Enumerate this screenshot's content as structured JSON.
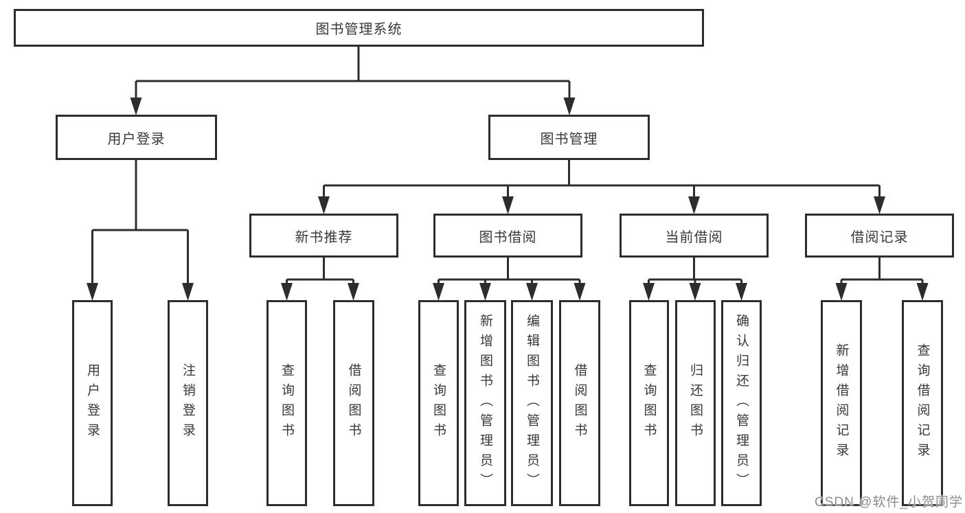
{
  "watermark": "CSDN @软件_小贺同学",
  "colors": {
    "line": "#2d2d2d",
    "box_border": "#2d2d2d",
    "text": "#383838",
    "watermark": "#8c8c8c",
    "background": "#ffffff"
  },
  "tree": {
    "label": "图书管理系统",
    "children": [
      {
        "label": "用户登录",
        "children": [
          {
            "label": "用户登录"
          },
          {
            "label": "注销登录"
          }
        ]
      },
      {
        "label": "图书管理",
        "children": [
          {
            "label": "新书推荐",
            "children": [
              {
                "label": "查询图书"
              },
              {
                "label": "借阅图书"
              }
            ]
          },
          {
            "label": "图书借阅",
            "children": [
              {
                "label": "查询图书"
              },
              {
                "label": "新增图书（管理员）"
              },
              {
                "label": "编辑图书（管理员）"
              },
              {
                "label": "借阅图书"
              }
            ]
          },
          {
            "label": "当前借阅",
            "children": [
              {
                "label": "查询图书"
              },
              {
                "label": "归还图书"
              },
              {
                "label": "确认归还（管理员）"
              }
            ]
          },
          {
            "label": "借阅记录",
            "children": [
              {
                "label": "新增借阅记录"
              },
              {
                "label": "查询借阅记录"
              }
            ]
          }
        ]
      }
    ]
  }
}
